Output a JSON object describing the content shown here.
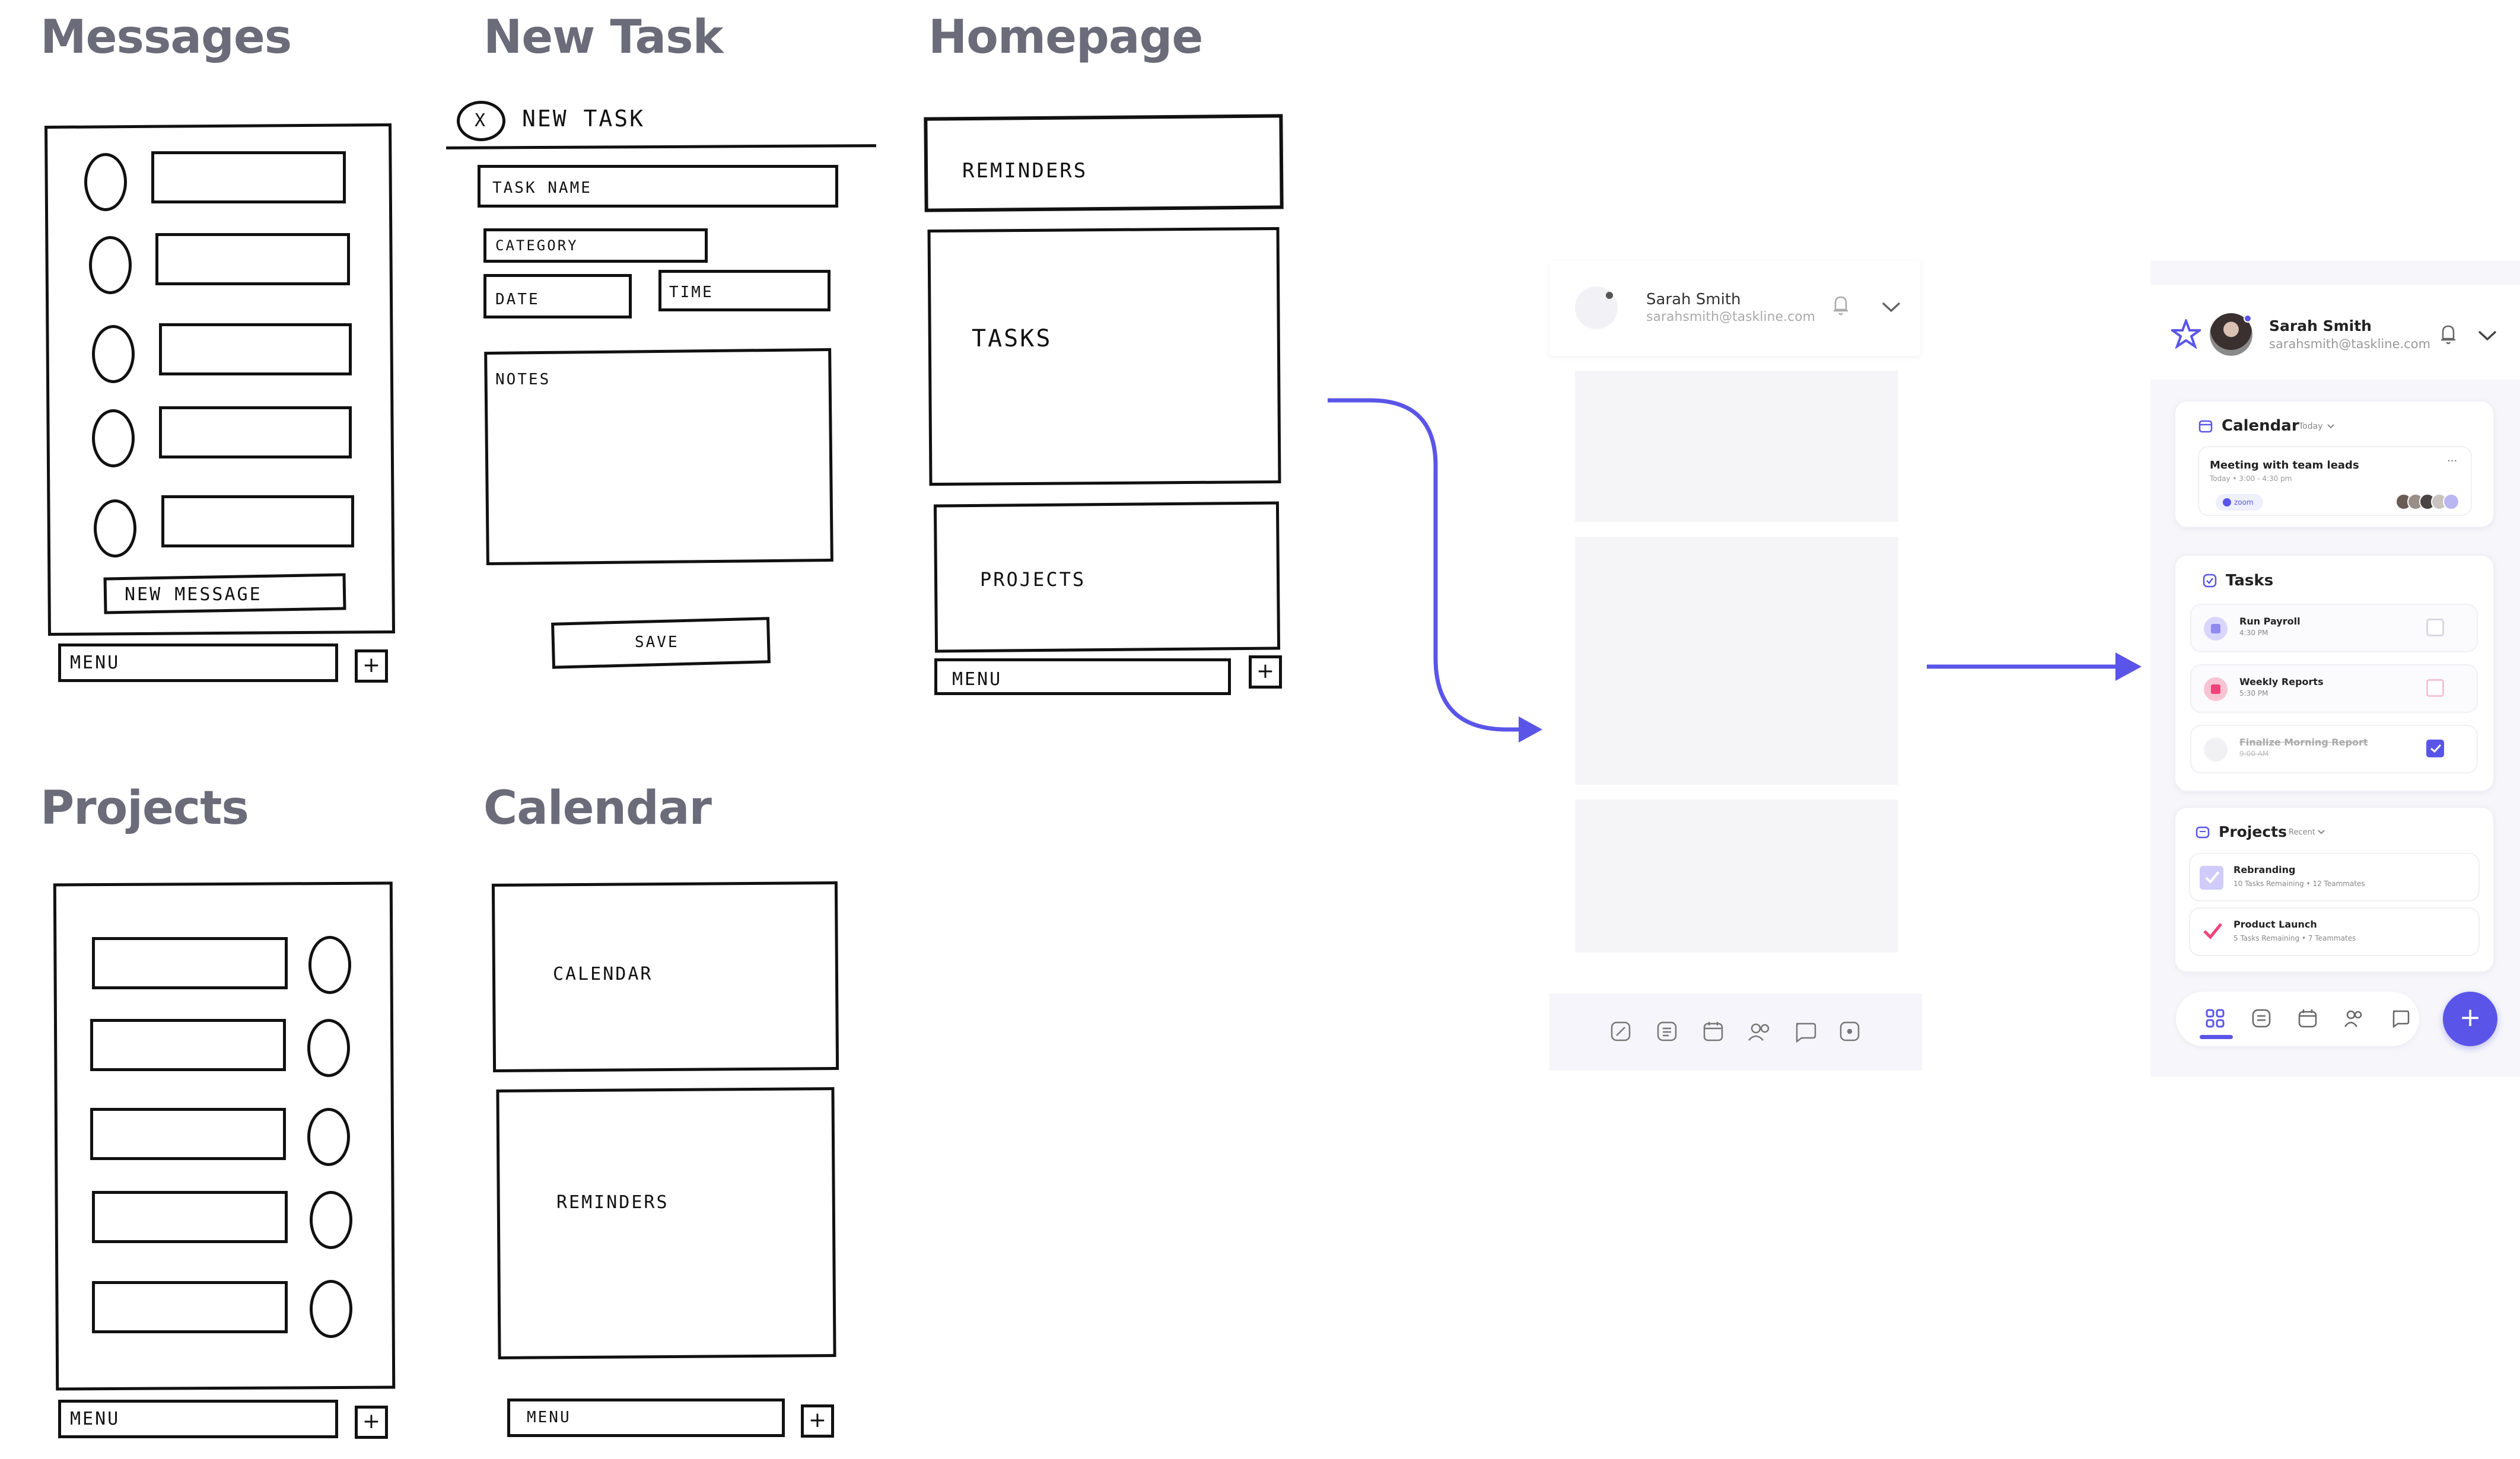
{
  "sections": {
    "messages": "Messages",
    "new_task": "New Task",
    "homepage": "Homepage",
    "projects": "Projects",
    "calendar": "Calendar"
  },
  "messages_sketch": {
    "new_message": "New Message",
    "menu": "Menu",
    "plus": "+"
  },
  "new_task_sketch": {
    "close": "x",
    "header": "New Task",
    "task_name": "Task Name",
    "category": "Category",
    "date": "Date",
    "time": "Time",
    "notes": "Notes",
    "save": "Save"
  },
  "homepage_sketch": {
    "reminders": "Reminders",
    "tasks": "Tasks",
    "projects": "Projects",
    "menu": "Menu",
    "plus": "+"
  },
  "projects_sketch": {
    "menu": "Menu",
    "plus": "+"
  },
  "calendar_sketch": {
    "calendar": "Calendar",
    "reminders": "Reminders",
    "menu": "Menu",
    "plus": "+"
  },
  "wireframe": {
    "user_name": "Sarah Smith",
    "user_email": "sarahsmith@taskline.com"
  },
  "hifi": {
    "user_name": "Sarah Smith",
    "user_email": "sarahsmith@taskline.com",
    "calendar": {
      "title": "Calendar",
      "filter": "Today",
      "event_title": "Meeting with team leads",
      "event_time": "Today • 3:00 - 4:30 pm",
      "event_link": "zoom",
      "more": "..."
    },
    "tasks": {
      "title": "Tasks",
      "items": [
        {
          "name": "Run Payroll",
          "time": "4:30 PM",
          "done": false
        },
        {
          "name": "Weekly Reports",
          "time": "5:30 PM",
          "done": false
        },
        {
          "name": "Finalize Morning Report",
          "time": "9:00 AM",
          "done": true
        }
      ]
    },
    "projects": {
      "title": "Projects",
      "filter": "Recent",
      "items": [
        {
          "name": "Rebranding",
          "meta": "10 Tasks Remaining • 12 Teammates"
        },
        {
          "name": "Product Launch",
          "meta": "5 Tasks Remaining • 7 Teammates"
        }
      ]
    },
    "fab": "+"
  },
  "colors": {
    "accent": "#5a55e8",
    "sketch_ink": "#111111",
    "title_gray": "#6b6b7a",
    "panel_gray": "#f5f5f8",
    "pink": "#f0437a"
  }
}
